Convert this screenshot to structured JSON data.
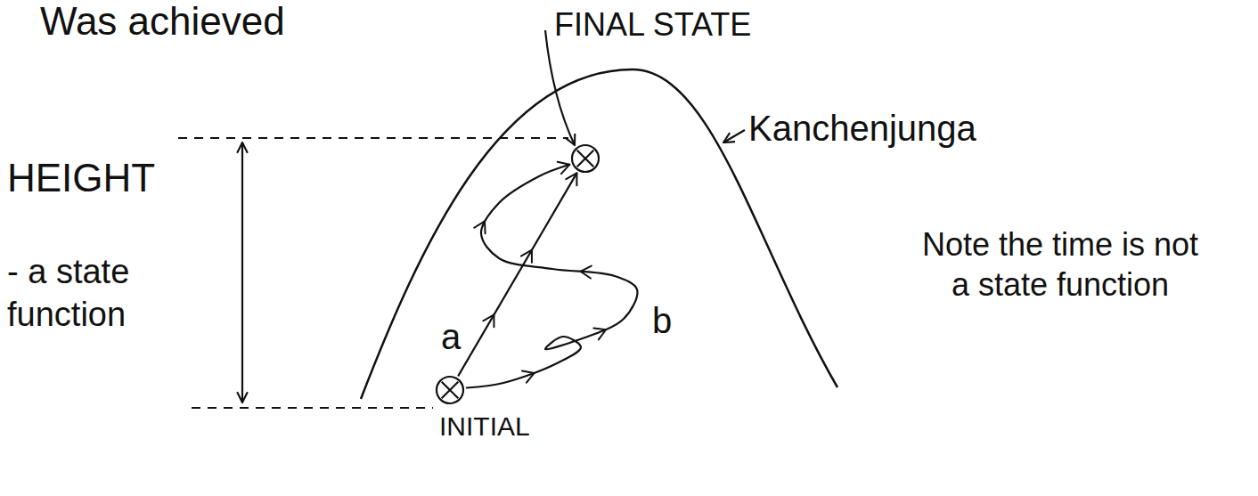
{
  "diagram": {
    "nodes": [
      {
        "text": [
          "INITIAL"
        ]
      },
      {
        "text": [
          "FINAL STATE"
        ]
      }
    ],
    "edges": [
      {
        "from": 0,
        "to": 1,
        "label": "a",
        "arrow": "to"
      },
      {
        "from": 0,
        "to": 1,
        "label": "b",
        "arrow": "to"
      }
    ],
    "labels": [
      "Was achieved",
      "Kanchenjunga",
      "HEIGHT",
      "- a state function",
      "Note the time is not a state function"
    ]
  }
}
